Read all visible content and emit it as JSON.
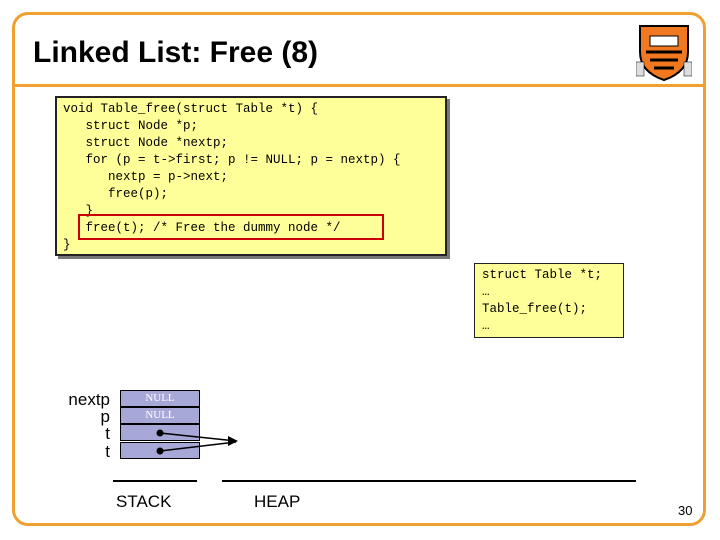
{
  "slide": {
    "title": "Linked List: Free (8)",
    "page_number": "30",
    "accent_color": "#f0a030"
  },
  "code": {
    "lines": [
      "void Table_free(struct Table *t) {",
      "   struct Node *p;",
      "   struct Node *nextp;",
      "   for (p = t->first; p != NULL; p = nextp) {",
      "      nextp = p->next;",
      "      free(p);",
      "   }",
      "   free(t); /* Free the dummy node */",
      "}"
    ],
    "highlight_color": "#cc0000"
  },
  "usage": {
    "lines": [
      "struct Table *t;",
      "…",
      "Table_free(t);",
      "…"
    ]
  },
  "memory": {
    "stack_vars": [
      "nextp",
      "p",
      "t",
      "t"
    ],
    "stack_cells": [
      "NULL",
      "NULL",
      "",
      ""
    ],
    "stack_label": "STACK",
    "heap_label": "HEAP",
    "cell_color": "#a8a8d8"
  },
  "logo": {
    "icon": "princeton-shield-icon"
  }
}
